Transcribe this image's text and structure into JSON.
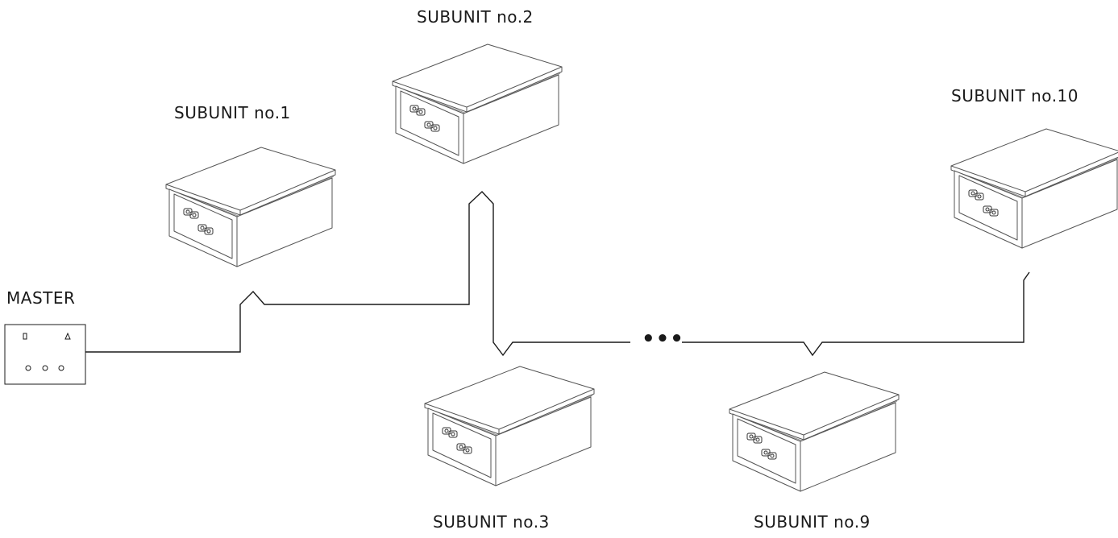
{
  "labels": {
    "master": "MASTER",
    "subunit_1": "SUBUNIT no.1",
    "subunit_2": "SUBUNIT no.2",
    "subunit_3": "SUBUNIT no.3",
    "subunit_9": "SUBUNIT no.9",
    "subunit_10": "SUBUNIT no.10",
    "ellipsis": "•••"
  },
  "colors": {
    "line": "#1a1a1a",
    "battery_stroke": "#555555",
    "background": "#ffffff"
  }
}
